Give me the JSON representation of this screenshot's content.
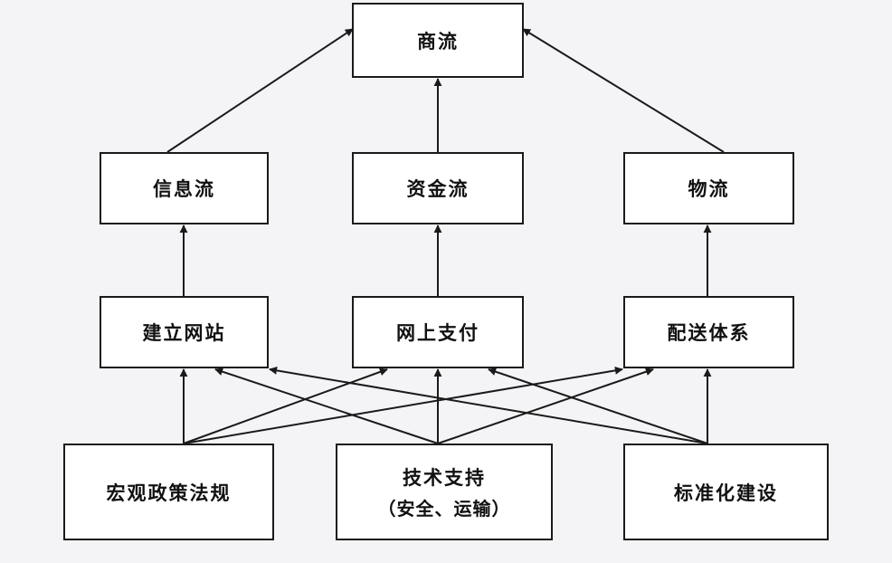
{
  "nodes": {
    "commerce": "商流",
    "info_flow": "信息流",
    "capital_flow": "资金流",
    "logistics": "物流",
    "website": "建立网站",
    "payment": "网上支付",
    "delivery": "配送体系",
    "policy": "宏观政策法规",
    "tech_line1": "技术支持",
    "tech_line2": "（安全、运输）",
    "standard": "标准化建设"
  },
  "colors": {
    "line": "#1a1a1a",
    "box_border": "#1a1a1a",
    "background": "#f4f4f6"
  }
}
